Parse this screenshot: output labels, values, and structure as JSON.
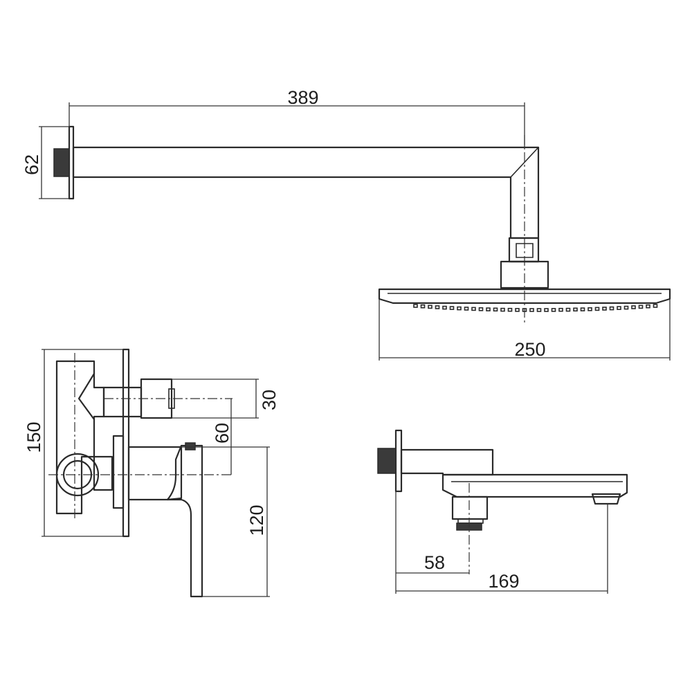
{
  "drawing": {
    "views": {
      "shower_arm_and_head": {
        "dimensions": {
          "arm_length": "389",
          "flange_height": "62",
          "head_width": "250"
        }
      },
      "concealed_mixer": {
        "dimensions": {
          "overall_height": "150",
          "outlet_offset": "30",
          "center_offset": "60",
          "lever_height": "120"
        }
      },
      "bath_spout": {
        "dimensions": {
          "outlet_distance": "58",
          "spout_length": "169"
        }
      }
    }
  }
}
